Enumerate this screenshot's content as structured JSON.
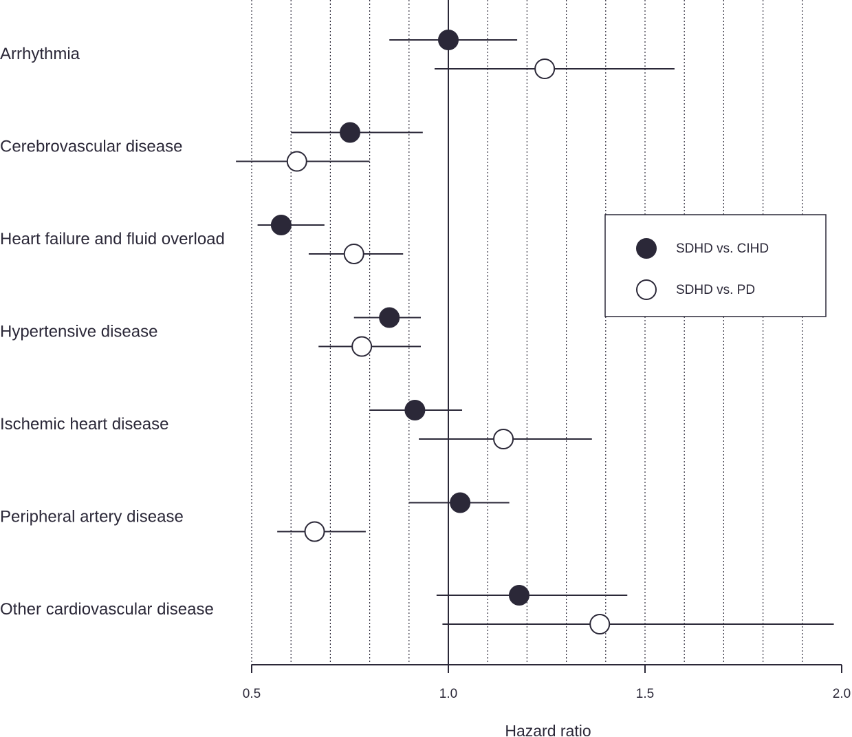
{
  "chart_data": {
    "type": "forest",
    "xlabel": "Hazard ratio",
    "xlim": [
      0.5,
      2.0
    ],
    "xticks": [
      "0.5",
      "1.0",
      "1.5",
      "2.0"
    ],
    "grid_x": [
      0.6,
      0.7,
      0.8,
      0.9,
      1.1,
      1.2,
      1.3,
      1.4,
      1.5,
      1.6,
      1.7,
      1.8,
      1.9
    ],
    "reference_line": 1.0,
    "legend_position": "right",
    "colors": {
      "filled": "#2b2838",
      "open": "#ffffff",
      "line": "#2b2838"
    },
    "series": [
      {
        "name": "SDHD vs. CIHD",
        "marker": "filled-circle"
      },
      {
        "name": "SDHD vs. PD",
        "marker": "open-circle"
      }
    ],
    "categories": [
      "Arrhythmia",
      "Cerebrovascular disease",
      "Heart failure and fluid overload",
      "Hypertensive disease",
      "Ischemic heart disease",
      "Peripheral artery disease",
      "Other cardiovascular disease"
    ],
    "estimates": [
      [
        {
          "hr": 1.0,
          "lo": 0.85,
          "hi": 1.175
        },
        {
          "hr": 1.245,
          "lo": 0.965,
          "hi": 1.575
        }
      ],
      [
        {
          "hr": 0.75,
          "lo": 0.6,
          "hi": 0.935
        },
        {
          "hr": 0.615,
          "lo": 0.46,
          "hi": 0.8
        }
      ],
      [
        {
          "hr": 0.575,
          "lo": 0.515,
          "hi": 0.685
        },
        {
          "hr": 0.76,
          "lo": 0.645,
          "hi": 0.885
        }
      ],
      [
        {
          "hr": 0.85,
          "lo": 0.76,
          "hi": 0.93
        },
        {
          "hr": 0.78,
          "lo": 0.67,
          "hi": 0.93
        }
      ],
      [
        {
          "hr": 0.915,
          "lo": 0.8,
          "hi": 1.035
        },
        {
          "hr": 1.14,
          "lo": 0.925,
          "hi": 1.365
        }
      ],
      [
        {
          "hr": 1.03,
          "lo": 0.9,
          "hi": 1.155
        },
        {
          "hr": 0.66,
          "lo": 0.565,
          "hi": 0.79
        }
      ],
      [
        {
          "hr": 1.18,
          "lo": 0.97,
          "hi": 1.455
        },
        {
          "hr": 1.385,
          "lo": 0.985,
          "hi": 1.98
        }
      ]
    ]
  }
}
